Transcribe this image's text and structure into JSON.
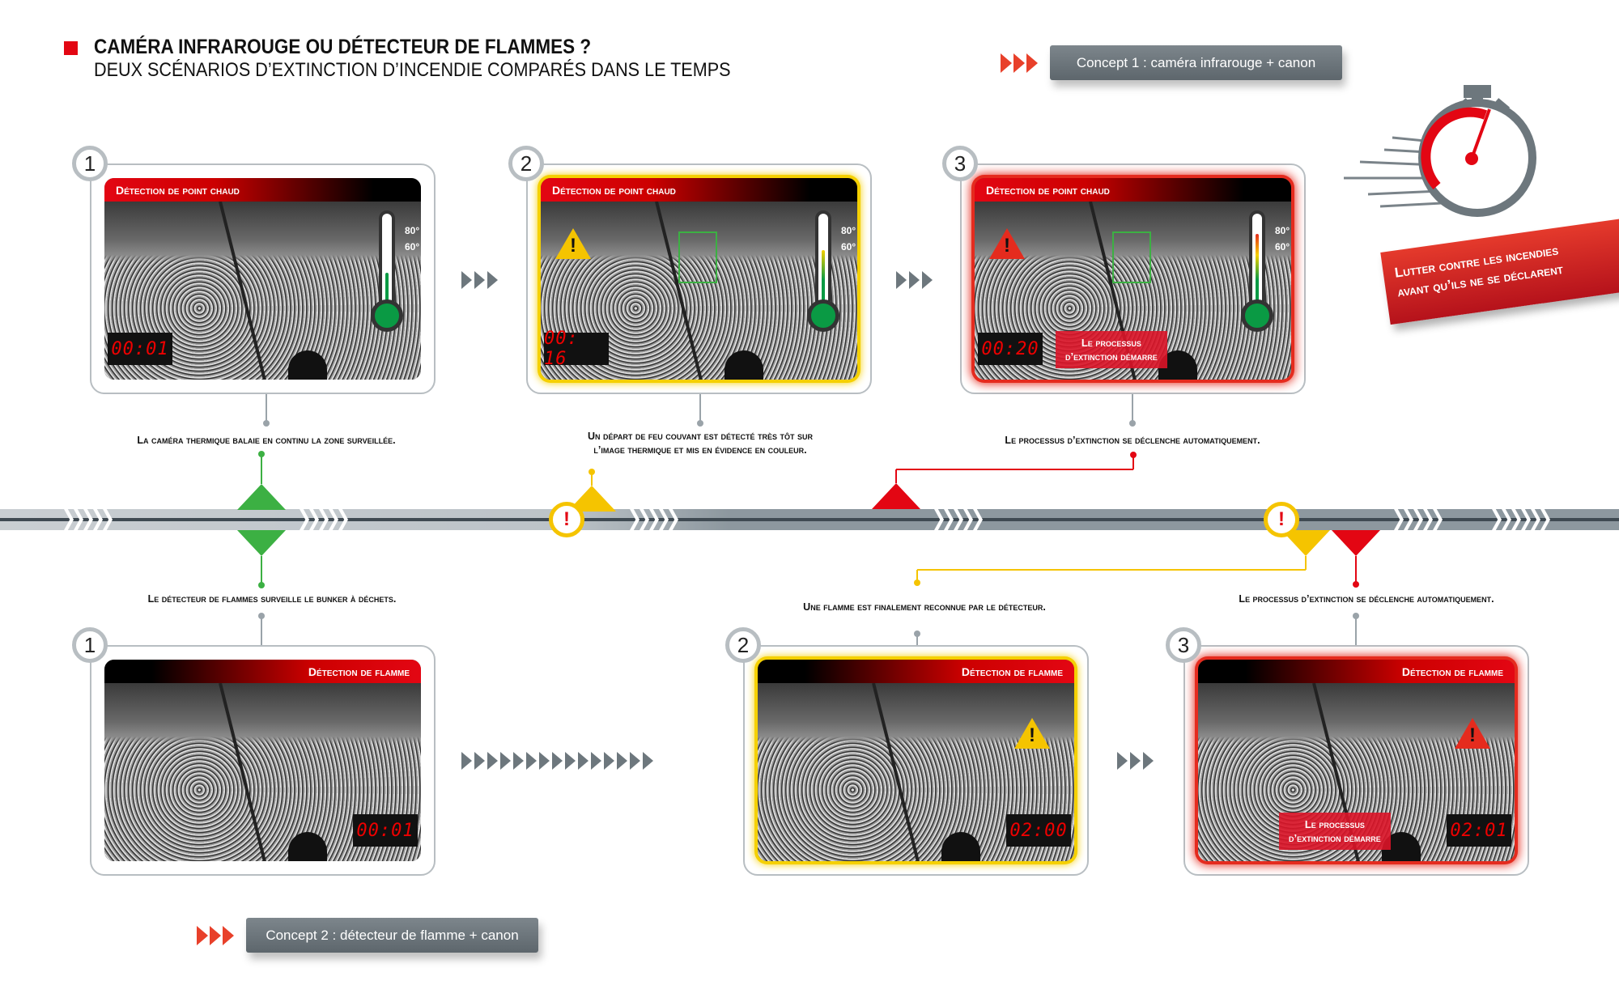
{
  "header": {
    "title": "CAMÉRA INFRAROUGE OU DÉTECTEUR DE FLAMMES ?",
    "subtitle": "DEUX SCÉNARIOS D’EXTINCTION D’INCENDIE COMPARÉS DANS LE TEMPS"
  },
  "concept1": {
    "label": "Concept 1 : caméra infrarouge + canon"
  },
  "concept2": {
    "label": "Concept 2 : détecteur de flamme + canon"
  },
  "banner": {
    "line1": "Lutter contre les incendies",
    "line2": "avant qu’ils ne se déclarent"
  },
  "thermo_labels": [
    "80°",
    "60°"
  ],
  "colors": {
    "accent": "#e30613",
    "warning": "#f5c400",
    "ok": "#3cb043",
    "neutral": "#8d989f"
  },
  "icons": [
    "red-arrows-icon",
    "stopwatch-icon",
    "warning-triangle-icon",
    "thermometer-icon",
    "alert-circle-icon"
  ],
  "top_cards": [
    {
      "step": "1",
      "header": "Détection de point chaud",
      "timer": "00:01",
      "state": "normal",
      "thermo_level": 0.35,
      "caption": [
        "La caméra thermique balaie en continu la zone surveillée."
      ]
    },
    {
      "step": "2",
      "header": "Détection de point chaud",
      "timer": "00: 16",
      "state": "warning",
      "thermo_level": 0.6,
      "caption": [
        "Un départ de feu couvant est détecté très tôt sur",
        "l’image thermique et mis en évidence en couleur."
      ]
    },
    {
      "step": "3",
      "header": "Détection de point chaud",
      "timer": "00:20",
      "state": "alarm",
      "thermo_level": 0.78,
      "overlay": [
        "Le processus",
        "d’extinction démarre"
      ],
      "caption": [
        "Le processus d’extinction se déclenche automatiquement."
      ]
    }
  ],
  "bottom_cards": [
    {
      "step": "1",
      "header": "Détection de flamme",
      "timer": "00:01",
      "state": "normal",
      "caption": [
        "Le détecteur de flammes surveille le bunker à déchets."
      ]
    },
    {
      "step": "2",
      "header": "Détection de flamme",
      "timer": "02:00",
      "state": "warning",
      "caption": [
        "Une flamme est finalement reconnue par le détecteur."
      ]
    },
    {
      "step": "3",
      "header": "Détection de flamme",
      "timer": "02:01",
      "state": "alarm",
      "overlay": [
        "Le processus",
        "d’extinction démarre"
      ],
      "caption": [
        "Le processus d’extinction se déclenche automatiquement."
      ]
    }
  ]
}
